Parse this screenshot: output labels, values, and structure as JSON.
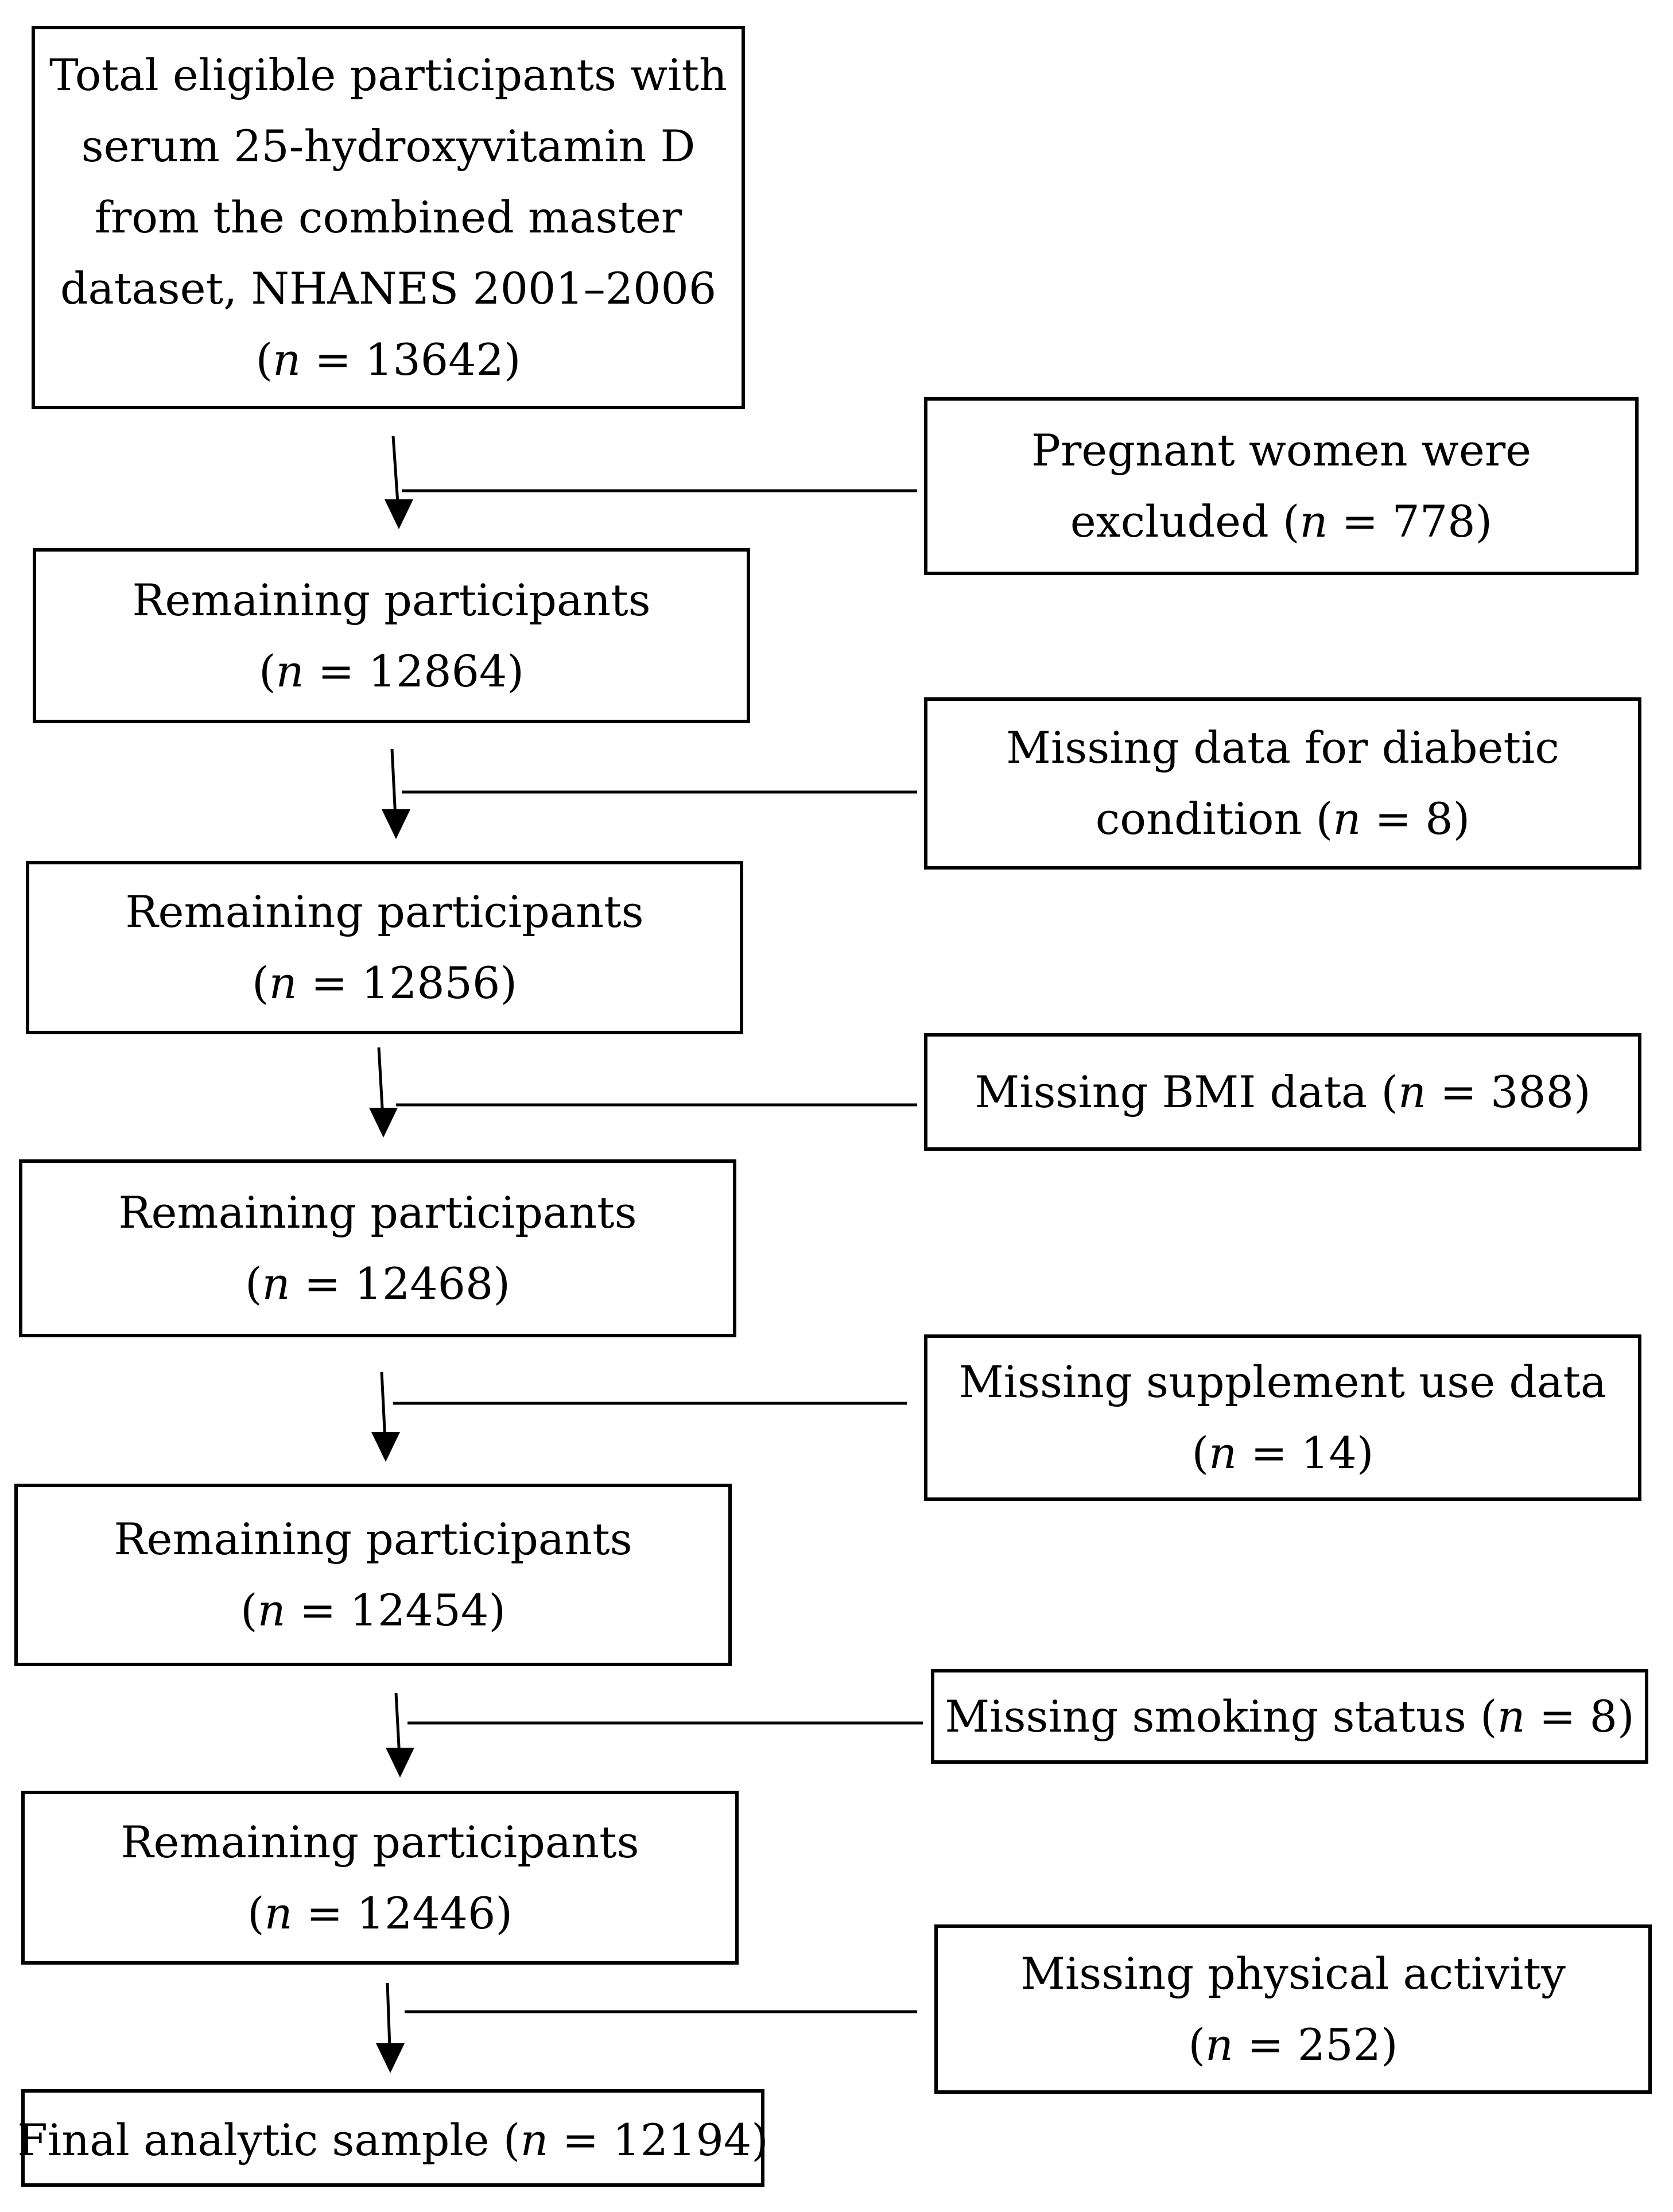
{
  "main_flow": [
    {
      "lines": [
        "Total eligible participants with",
        "serum 25-hydroxyvitamin D",
        "from the combined master",
        "dataset, NHANES 2001–2006"
      ],
      "n_label": "n",
      "n_value": " = 13642",
      "n_prefix": "(",
      "n_suffix": ")"
    },
    {
      "lines": [
        "Remaining participants"
      ],
      "n_prefix": "(",
      "n_label": "n",
      "n_value": " = 12864",
      "n_suffix": ")"
    },
    {
      "lines": [
        "Remaining participants"
      ],
      "n_prefix": "(",
      "n_label": "n",
      "n_value": " = 12856",
      "n_suffix": ")"
    },
    {
      "lines": [
        "Remaining participants"
      ],
      "n_prefix": "(",
      "n_label": "n",
      "n_value": " = 12468",
      "n_suffix": ")"
    },
    {
      "lines": [
        "Remaining participants"
      ],
      "n_prefix": "(",
      "n_label": "n",
      "n_value": " = 12454",
      "n_suffix": ")"
    },
    {
      "lines": [
        "Remaining participants"
      ],
      "n_prefix": "(",
      "n_label": "n",
      "n_value": " = 12446",
      "n_suffix": ")"
    },
    {
      "lines": [],
      "n_prefix": "Final analytic sample (",
      "n_label": "n",
      "n_value": " = 12194",
      "n_suffix": ")"
    }
  ],
  "exclusions": [
    {
      "lines": [
        "Pregnant women were"
      ],
      "n_prefix": "excluded (",
      "n_label": "n",
      "n_value": " = 778",
      "n_suffix": ")"
    },
    {
      "lines": [
        "Missing data for diabetic"
      ],
      "n_prefix": "condition (",
      "n_label": "n",
      "n_value": " = 8",
      "n_suffix": ")"
    },
    {
      "lines": [],
      "n_prefix": "Missing BMI data (",
      "n_label": "n",
      "n_value": " = 388",
      "n_suffix": ")"
    },
    {
      "lines": [
        "Missing supplement use data"
      ],
      "n_prefix": "(",
      "n_label": "n",
      "n_value": " = 14",
      "n_suffix": ")"
    },
    {
      "lines": [],
      "n_prefix": "Missing smoking status (",
      "n_label": "n",
      "n_value": " = 8",
      "n_suffix": ")"
    },
    {
      "lines": [
        "Missing physical activity"
      ],
      "n_prefix": "(",
      "n_label": "n",
      "n_value": " = 252",
      "n_suffix": ")"
    }
  ]
}
